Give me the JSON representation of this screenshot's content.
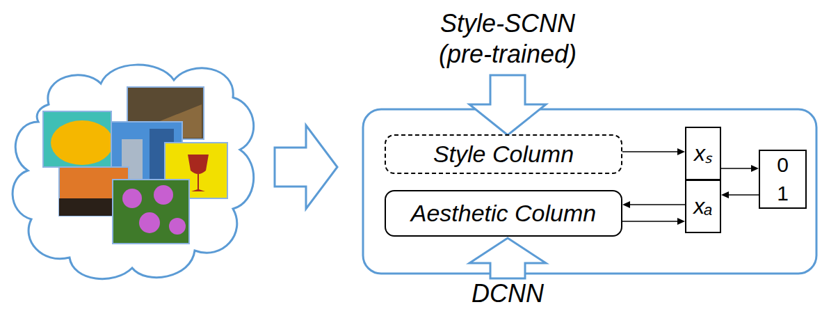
{
  "diagram": {
    "nodes": [
      {
        "text": [
          "Style Column"
        ]
      },
      {
        "text": [
          "Aesthetic Column"
        ]
      },
      {
        "text": [
          "xₛ"
        ]
      },
      {
        "text": [
          "xₐ"
        ]
      },
      {
        "text": [
          "0",
          "1"
        ]
      }
    ],
    "edges": [
      {
        "from": 0,
        "to": 2,
        "arrow": "to"
      },
      {
        "from": 2,
        "to": 4,
        "arrow": "to"
      },
      {
        "from": 4,
        "to": 3,
        "arrow": "to"
      },
      {
        "from": 3,
        "to": 1,
        "arrow": "to"
      },
      {
        "from": 1,
        "to": 3,
        "arrow": "to"
      }
    ],
    "labels": [
      "Style-SCNN",
      "(pre-trained)",
      "DCNN"
    ]
  }
}
